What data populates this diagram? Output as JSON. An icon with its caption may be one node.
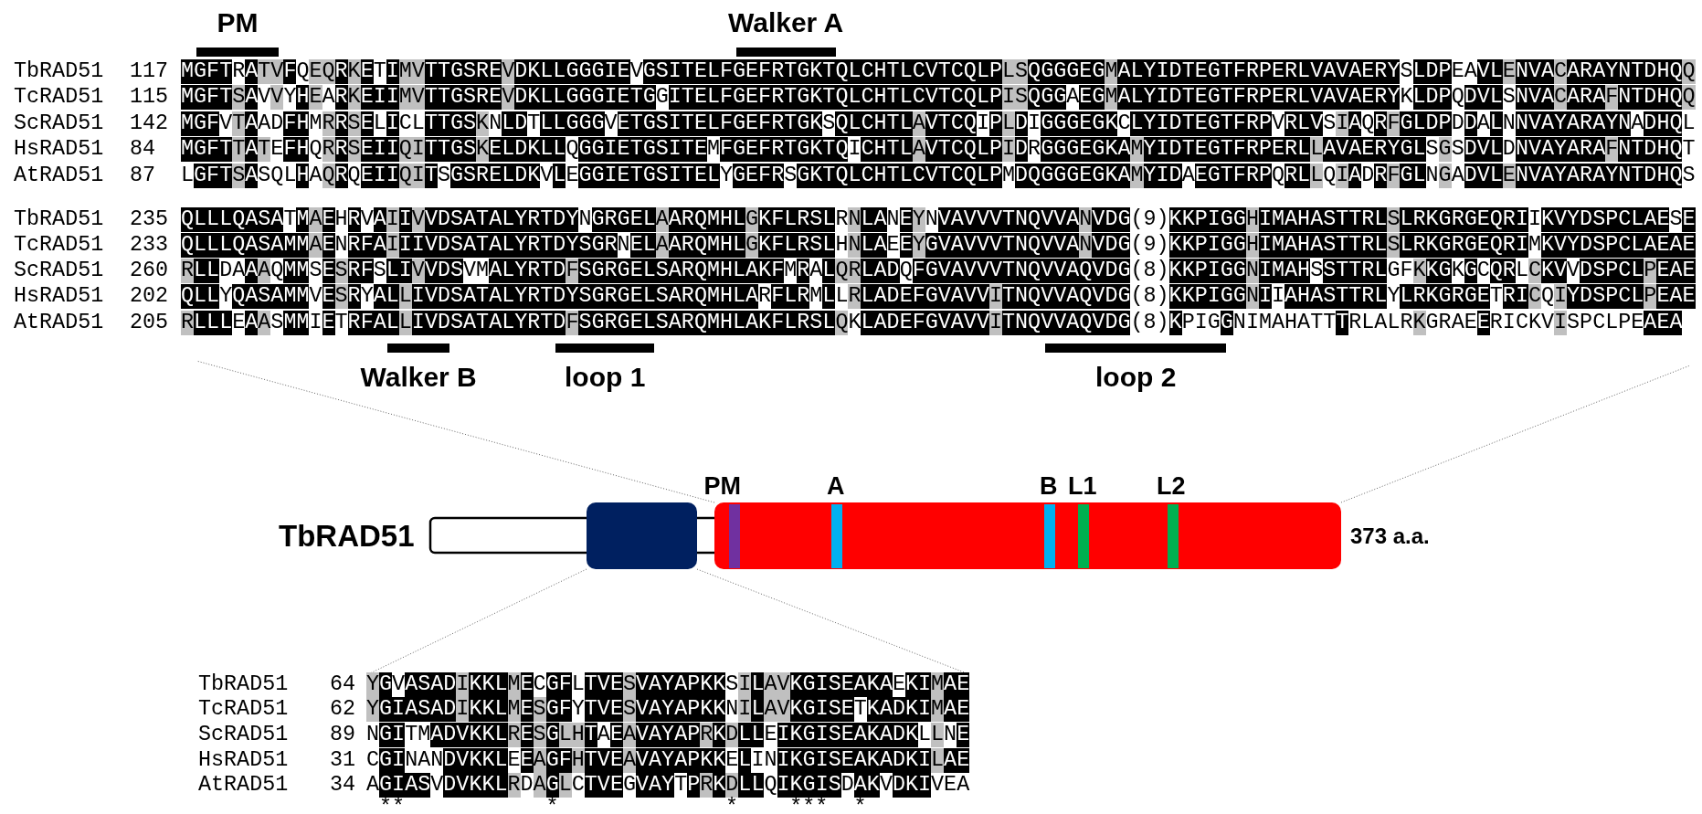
{
  "diagram": {
    "labels": [
      "PM",
      "Walker A",
      "TbRAD51",
      "117",
      "MGFTRATVFQEQRKETIMVTTGSREVDKLLGGGIEVGSITELFGEFRTGKTQLCHTLCVTCQLPLSQGGGEGMALYIDTEGTFRPERLVAVAERYSLDPEAVLENVACARAYNTDHQQ",
      "TcRAD51",
      "115",
      "MGFTSAVVYHEARKEIIMVTTGSREVDKLLGGGIETGGITELFGEFRTGKTQLCHTLCVTCQLPISQGGAEGMALYIDTEGTFRPERLVAVAERYKLDPQDVLSNVACARAFNTDHQQ",
      "ScRAD51",
      "142",
      "MGFVTAADFHMRRSELICLTTGSKNLDTLLGGGVETGSITELFGEFRTGKSQLCHTLAVTCQIPLDIGGGEGKCLYIDTEGTFRPVRLVSIAQRFGLDPDDALNNVAYARAYNADHQL",
      "HsRAD51",
      "84",
      "MGFTTATEFHQRRSEIIQITTGSKELDKLLQGGIETGSITEMFGEFRTGKTQICHTLAVTCQLPIDRGGGEGKAMYIDTEGTFRPERLLAVAERYGLSGSDVLDNVAYARAFNTDHQT",
      "AtRAD51",
      "87",
      "LGFTSASQLHAQRQEIIQITSGSRELDKVLEGGIETGSITELYGEFRSGKTQLCHTLCVTCQLPMDQGGGEGKAMYIDAEGTFRPQRLLQIADRFGLNGADVLENVAYARAYNTDHQS",
      "TbRAD51",
      "235",
      "QLLLQASATMAEHRVAIIVVDSATALYRTDYNGRGELAARQMHLGKFLRSLRNLANEYNVAVVVTNQVVANVDG(9)KKPIGGHIMAHASTTRLSLRKGRGEQRIIKVYDSPCLAESE",
      "TcRAD51",
      "233",
      "QLLLQASAMMAENRFAIIIVDSATALYRTDYSGRNELAARQMHLGKFLRSLHNLAEEYGVAVVVTNQVVANVDG(9)KKPIGGHIMAHASTTRLSLRKGRGEQRIMKVYDSPCLAEAE",
      "ScRAD51",
      "260",
      "RLLDAAAQMMSESRFSLIVVDSVMALYRTDFSGRGELSARQMHLAKFMRALQRLADQFGVAVVVTNQVVAQVDG(8)KKPIGGNIMAHSSTTRLGFKKGKGCQRLCKVVDSPCLPEAE",
      "HsRAD51",
      "202",
      "QLLYQASAMMVESRYALLIVDSATALYRTDYSGRGELSARQMHLARFLRMLLRLADEFGVAVVITNQVVAQVDG(8)KKPIGGNIIAHASTTRLYLRKGRGETRICQIYDSPCLPEAE",
      "AtRAD51",
      "205",
      "RLLLEAASMMIETRFALLIVDSATALYRTDFSGRGELSARQMHLAKFLRSLQKLADEFGVAVVITNQVVAQVDG(8)KPIGGNIMAHATTTRLALRKGRAEERICKVISPCLPEAEA",
      "Walker B",
      "loop 1",
      "loop 2",
      "TbRAD51",
      "PM",
      "A",
      "B",
      "L1",
      "L2",
      "373 a.a.",
      "TbRAD51",
      "64",
      "YGVASADIKKLMECGFLTVESVAYAPKKSILAVKGISEAKAEKIMAE",
      "TcRAD51",
      "62",
      "YGIASADIKKLMESGFYTVESVAYAPKKNILAVKGISETKADKIMAE",
      "ScRAD51",
      "89",
      "NGITMADVKKLRESGLHTAEAVAYAPRKDLLEIKGISEAKADKLLNE",
      "HsRAD51",
      "31",
      "CGINANDVKKLEEAGFHTVEAVAYAPKKELINIKGISEAKADKILAE",
      "AtRAD51",
      "34",
      "AGIASVDVKKLRDAGLCTVEGVAYTPRKDLLQIKGISDAKVDKIVEA",
      " **           *             *    ***  *"
    ]
  }
}
